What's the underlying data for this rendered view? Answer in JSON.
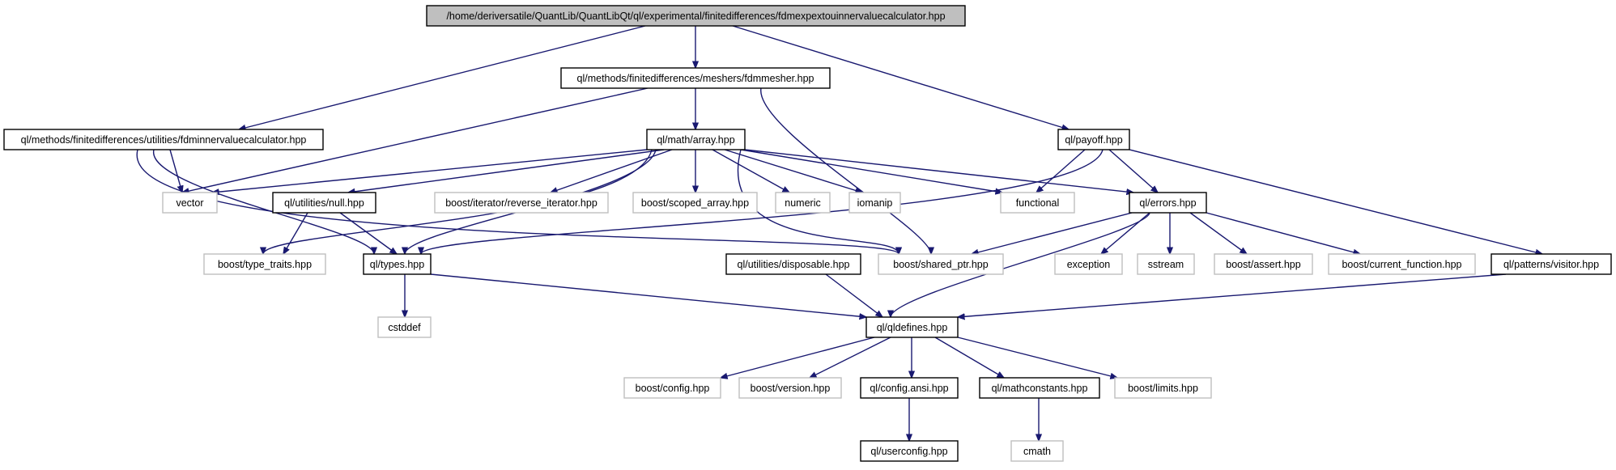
{
  "graph": {
    "edge_color": "#191970",
    "root_fill": "#bfbfbf",
    "external_border": "#bfbfbf",
    "nodes": [
      {
        "id": "root",
        "label": "/home/deriversatile/QuantLib/QuantLibQt/ql/experimental/finitedifferences/fdmexpextouinnervaluecalculator.hpp",
        "kind": "root"
      },
      {
        "id": "fdmmesher",
        "label": "ql/methods/finitedifferences/meshers/fdmmesher.hpp",
        "kind": "file"
      },
      {
        "id": "fdminner",
        "label": "ql/methods/finitedifferences/utilities/fdminnervaluecalculator.hpp",
        "kind": "file"
      },
      {
        "id": "payoff",
        "label": "ql/payoff.hpp",
        "kind": "file"
      },
      {
        "id": "array",
        "label": "ql/math/array.hpp",
        "kind": "file"
      },
      {
        "id": "vector",
        "label": "vector",
        "kind": "external"
      },
      {
        "id": "null",
        "label": "ql/utilities/null.hpp",
        "kind": "file"
      },
      {
        "id": "revit",
        "label": "boost/iterator/reverse_iterator.hpp",
        "kind": "external"
      },
      {
        "id": "scoped",
        "label": "boost/scoped_array.hpp",
        "kind": "external"
      },
      {
        "id": "numeric",
        "label": "numeric",
        "kind": "external"
      },
      {
        "id": "iomanip",
        "label": "iomanip",
        "kind": "external"
      },
      {
        "id": "functional",
        "label": "functional",
        "kind": "external"
      },
      {
        "id": "errors",
        "label": "ql/errors.hpp",
        "kind": "file"
      },
      {
        "id": "typetraits",
        "label": "boost/type_traits.hpp",
        "kind": "external"
      },
      {
        "id": "types",
        "label": "ql/types.hpp",
        "kind": "file"
      },
      {
        "id": "disposable",
        "label": "ql/utilities/disposable.hpp",
        "kind": "file"
      },
      {
        "id": "sharedptr",
        "label": "boost/shared_ptr.hpp",
        "kind": "external"
      },
      {
        "id": "exception",
        "label": "exception",
        "kind": "external"
      },
      {
        "id": "sstream",
        "label": "sstream",
        "kind": "external"
      },
      {
        "id": "assert",
        "label": "boost/assert.hpp",
        "kind": "external"
      },
      {
        "id": "curfunc",
        "label": "boost/current_function.hpp",
        "kind": "external"
      },
      {
        "id": "visitor",
        "label": "ql/patterns/visitor.hpp",
        "kind": "file"
      },
      {
        "id": "cstddef",
        "label": "cstddef",
        "kind": "external"
      },
      {
        "id": "qldefines",
        "label": "ql/qldefines.hpp",
        "kind": "file"
      },
      {
        "id": "config",
        "label": "boost/config.hpp",
        "kind": "external"
      },
      {
        "id": "version",
        "label": "boost/version.hpp",
        "kind": "external"
      },
      {
        "id": "configansi",
        "label": "ql/config.ansi.hpp",
        "kind": "file"
      },
      {
        "id": "mathconst",
        "label": "ql/mathconstants.hpp",
        "kind": "file"
      },
      {
        "id": "limits",
        "label": "boost/limits.hpp",
        "kind": "external"
      },
      {
        "id": "userconfig",
        "label": "ql/userconfig.hpp",
        "kind": "file"
      },
      {
        "id": "cmath",
        "label": "cmath",
        "kind": "external"
      }
    ],
    "edges": [
      [
        "root",
        "fdmmesher"
      ],
      [
        "root",
        "fdminner"
      ],
      [
        "root",
        "payoff"
      ],
      [
        "fdmmesher",
        "array"
      ],
      [
        "fdmmesher",
        "vector"
      ],
      [
        "fdmmesher",
        "sharedptr"
      ],
      [
        "fdminner",
        "vector"
      ],
      [
        "fdminner",
        "types"
      ],
      [
        "fdminner",
        "sharedptr"
      ],
      [
        "payoff",
        "functional"
      ],
      [
        "payoff",
        "errors"
      ],
      [
        "payoff",
        "types"
      ],
      [
        "payoff",
        "visitor"
      ],
      [
        "array",
        "vector"
      ],
      [
        "array",
        "null"
      ],
      [
        "array",
        "revit"
      ],
      [
        "array",
        "scoped"
      ],
      [
        "array",
        "numeric"
      ],
      [
        "array",
        "iomanip"
      ],
      [
        "array",
        "functional"
      ],
      [
        "array",
        "errors"
      ],
      [
        "array",
        "typetraits"
      ],
      [
        "array",
        "types"
      ],
      [
        "array",
        "disposable"
      ],
      [
        "null",
        "typetraits"
      ],
      [
        "null",
        "types"
      ],
      [
        "errors",
        "sharedptr"
      ],
      [
        "errors",
        "exception"
      ],
      [
        "errors",
        "sstream"
      ],
      [
        "errors",
        "assert"
      ],
      [
        "errors",
        "curfunc"
      ],
      [
        "errors",
        "qldefines"
      ],
      [
        "types",
        "cstddef"
      ],
      [
        "types",
        "qldefines"
      ],
      [
        "disposable",
        "qldefines"
      ],
      [
        "visitor",
        "qldefines"
      ],
      [
        "qldefines",
        "config"
      ],
      [
        "qldefines",
        "version"
      ],
      [
        "qldefines",
        "configansi"
      ],
      [
        "qldefines",
        "mathconst"
      ],
      [
        "qldefines",
        "limits"
      ],
      [
        "configansi",
        "userconfig"
      ],
      [
        "mathconst",
        "cmath"
      ]
    ]
  }
}
